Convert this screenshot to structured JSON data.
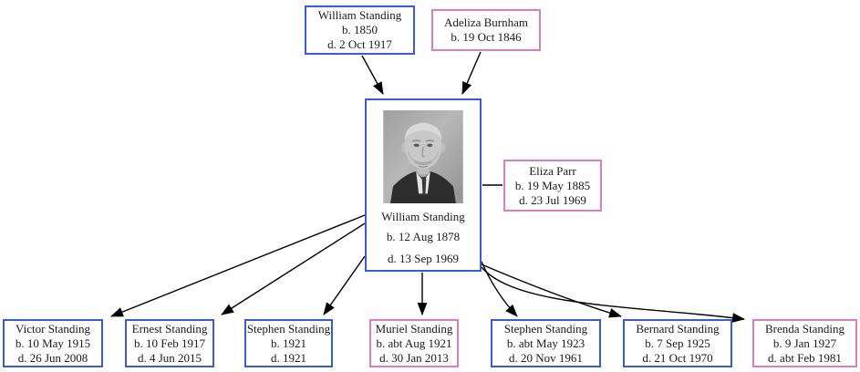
{
  "colors": {
    "male_border": "#3c5bd2",
    "female_border": "#de7cc3",
    "connector": "#000000"
  },
  "persons": {
    "father": {
      "name": "William Standing",
      "birth": "b. 1850",
      "death": "d. 2 Oct 1917",
      "gender": "male"
    },
    "mother": {
      "name": "Adeliza Burnham",
      "birth": "b. 19 Oct 1846",
      "gender": "female"
    },
    "subject": {
      "name": "William Standing",
      "birth": "b. 12 Aug 1878",
      "death": "d. 13 Sep 1969",
      "gender": "male",
      "has_photo": true
    },
    "spouse": {
      "name": "Eliza Parr",
      "birth": "b. 19 May 1885",
      "death": "d. 23 Jul 1969",
      "gender": "female"
    },
    "children": [
      {
        "name": "Victor Standing",
        "birth": "b. 10 May 1915",
        "death": "d. 26 Jun 2008",
        "gender": "male"
      },
      {
        "name": "Ernest Standing",
        "birth": "b. 10 Feb 1917",
        "death": "d. 4 Jun 2015",
        "gender": "male"
      },
      {
        "name": "Stephen Standing",
        "birth": "b. 1921",
        "death": "d. 1921",
        "gender": "male"
      },
      {
        "name": "Muriel Standing",
        "birth": "b. abt Aug 1921",
        "death": "d. 30 Jan 2013",
        "gender": "female"
      },
      {
        "name": "Stephen Standing",
        "birth": "b. abt May 1923",
        "death": "d. 20 Nov 1961",
        "gender": "male"
      },
      {
        "name": "Bernard Standing",
        "birth": "b. 7 Sep 1925",
        "death": "d. 21 Oct 1970",
        "gender": "male"
      },
      {
        "name": "Brenda Standing",
        "birth": "b. 9 Jan 1927",
        "death": "d. abt Feb 1981",
        "gender": "female"
      }
    ]
  }
}
